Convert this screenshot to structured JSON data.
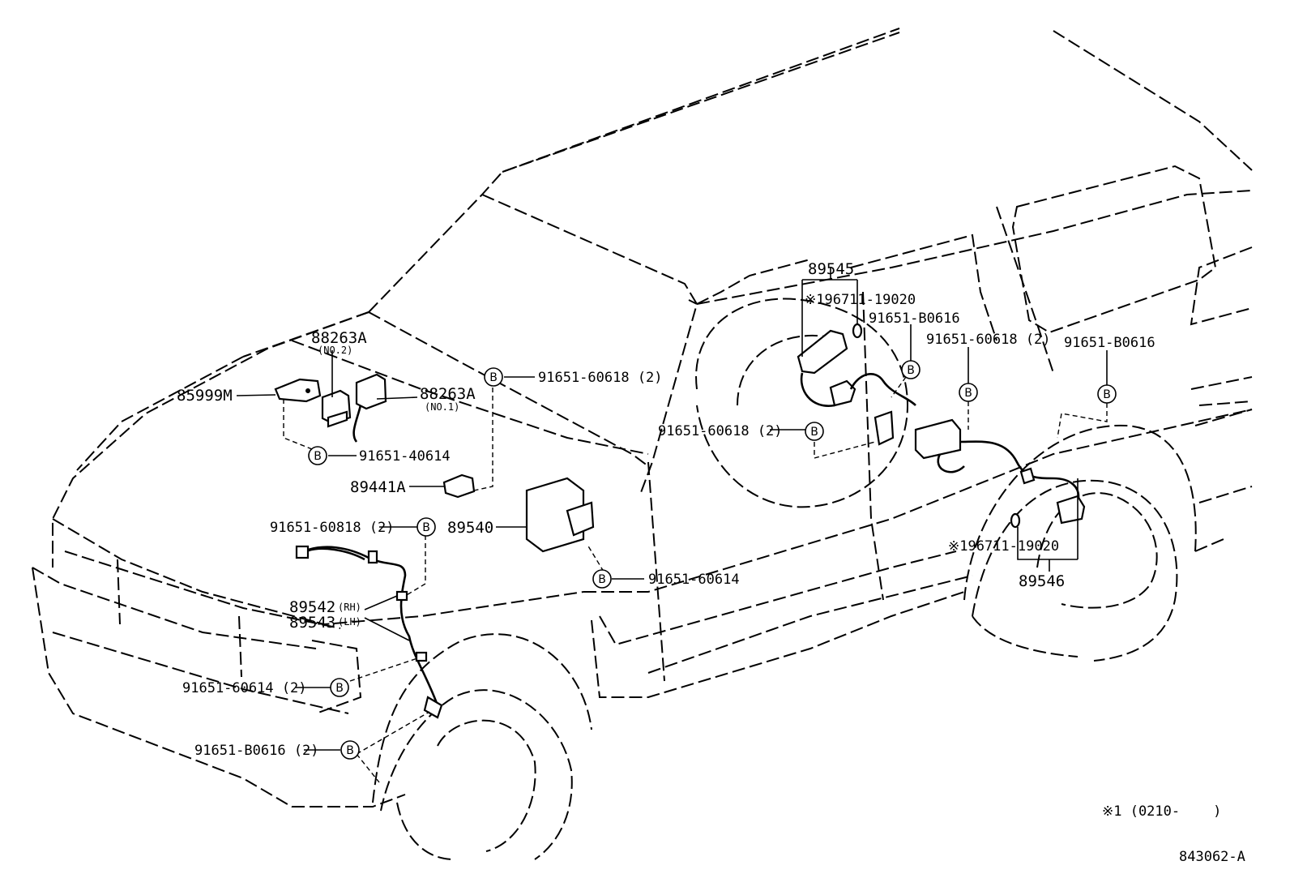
{
  "diagram": {
    "bolt_symbol": "B",
    "parts": {
      "p88263A_no2": {
        "code": "88263A",
        "sub": "(NO.2)"
      },
      "p88263A_no1": {
        "code": "88263A",
        "sub": "(NO.1)"
      },
      "p85999M": "85999M",
      "p91651_40614": "91651-40614",
      "p89441A": "89441A",
      "p91651_60618_top": "91651-60618 (2)",
      "p91651_60818": "91651-60818 (2)",
      "p89540": "89540",
      "p91651_60614": "91651-60614",
      "p89542": {
        "code": "89542",
        "side": "(RH)"
      },
      "p89543": {
        "code": "89543",
        "side": "(LH)"
      },
      "p91651_60614_2": "91651-60614 (2)",
      "p91651_B0616_2": "91651-B0616 (2)",
      "p89545": "89545",
      "p196711_top": "※196711-19020",
      "p91651_B0616_mid": "91651-B0616",
      "p91651_60618_mid": "91651-60618 (2)",
      "p91651_60618_right": "91651-60618 (2)",
      "p91651_B0616_right": "91651-B0616",
      "p196711_bottom": "※196711-19020",
      "p89546": "89546"
    },
    "footnote": "※1 (0210-    )",
    "figure_id": "843062-A"
  }
}
